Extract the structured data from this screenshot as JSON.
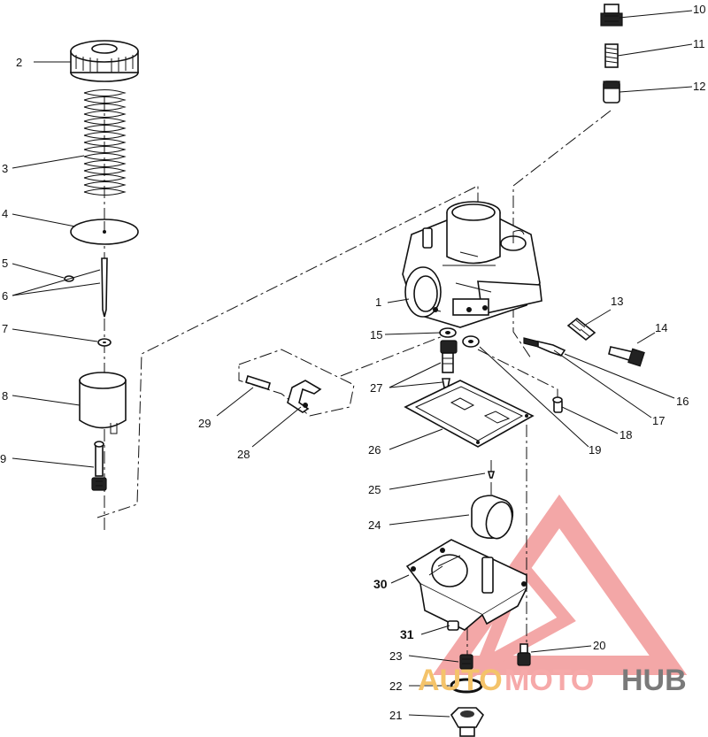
{
  "callouts": [
    "1",
    "2",
    "3",
    "4",
    "5",
    "6",
    "7",
    "8",
    "9",
    "10",
    "11",
    "12",
    "13",
    "14",
    "15",
    "16",
    "17",
    "18",
    "19",
    "20",
    "21",
    "22",
    "23",
    "24",
    "25",
    "26",
    "27",
    "28",
    "29",
    "30",
    "31"
  ],
  "watermark": {
    "text_auto": "AUTO",
    "text_moto": "MOTO",
    "text_hub": "HUB",
    "color_auto": "#f4c36a",
    "color_moto": "#f6a9a9",
    "color_hub": "#7a7a7a",
    "logo_color": "#f08a8a"
  }
}
